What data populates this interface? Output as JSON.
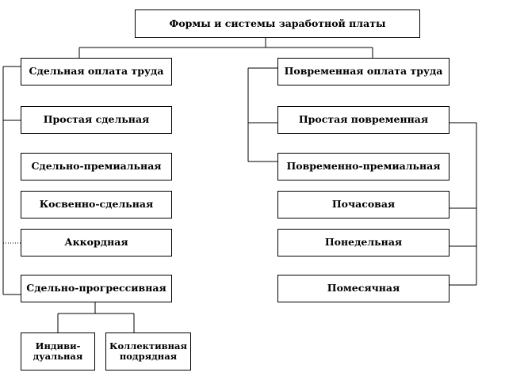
{
  "root": {
    "label": "Формы и системы заработной платы"
  },
  "piecework": {
    "title": "Сдельная оплата труда",
    "items": [
      "Простая сдельная",
      "Сдельно-премиальная",
      "Косвенно-сдельная",
      "Аккордная",
      "Сдельно-прогрессивная"
    ],
    "subitems": [
      "Индиви-дуальная",
      "Коллективная подрядная"
    ]
  },
  "timebased": {
    "title": "Повременная оплата труда",
    "items": [
      "Простая повременная",
      "Повременно-премиальная"
    ],
    "subitems": [
      "Почасовая",
      "Понедельная",
      "Помесячная"
    ]
  }
}
